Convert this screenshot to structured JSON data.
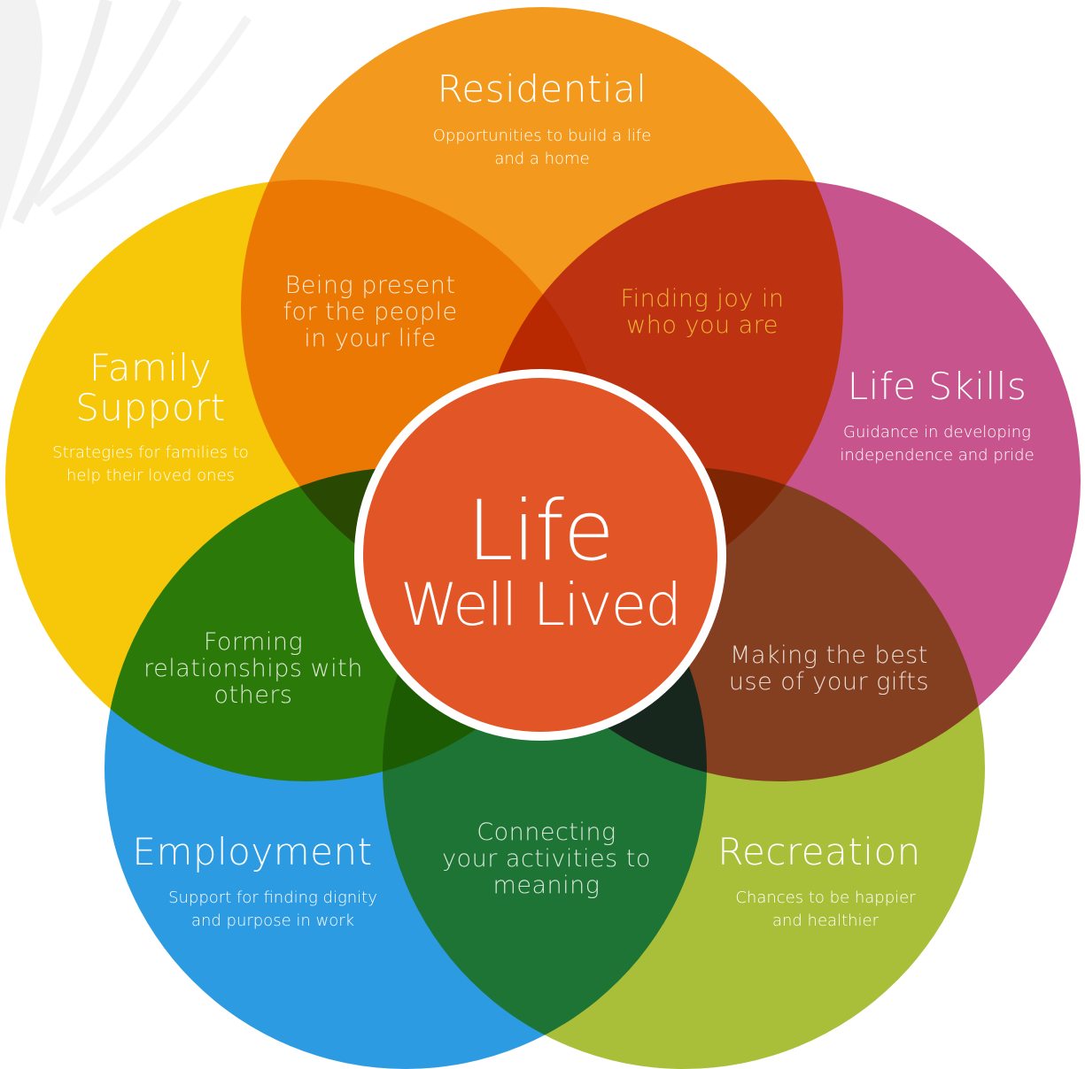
{
  "center": {
    "line1": "Life",
    "line2": "Well Lived"
  },
  "petals": {
    "residential": {
      "title": "Residential",
      "desc1": "Opportunities to build a life",
      "desc2": "and a home"
    },
    "life_skills": {
      "title": "Life Skills",
      "desc1": "Guidance in developing",
      "desc2": "independence and pride"
    },
    "family_support": {
      "title1": "Family",
      "title2": "Support",
      "desc1": "Strategies for families to",
      "desc2": "help their loved ones"
    },
    "employment": {
      "title": "Employment",
      "desc1": "Support for finding dignity",
      "desc2": "and purpose in work"
    },
    "recreation": {
      "title": "Recreation",
      "desc1": "Chances to be happier",
      "desc2": "and healthier"
    }
  },
  "overlaps": {
    "family_residential": [
      "Being present",
      "for the people",
      "in your life"
    ],
    "residential_lifeskills": [
      "Finding joy in",
      "who you are"
    ],
    "family_employment": [
      "Forming",
      "relationships with",
      "others"
    ],
    "lifeskills_recreation": [
      "Making the best",
      "use of your gifts"
    ],
    "employment_recreation": [
      "Connecting",
      "your activities to",
      "meaning"
    ]
  },
  "colors": {
    "residential": "#f39a1e",
    "life_skills": "#c7548c",
    "family_support": "#f7c70a",
    "employment": "#2c9be2",
    "recreation": "#a9bf3a",
    "center": "#e25527",
    "joy_text": "#f2b233"
  }
}
